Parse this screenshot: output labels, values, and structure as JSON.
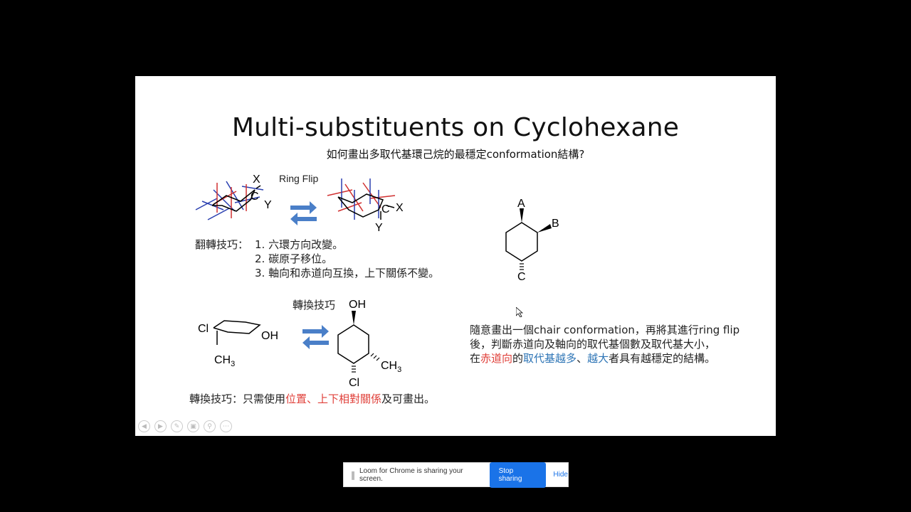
{
  "slide": {
    "title": "Multi-substituents on Cyclohexane",
    "subtitle": "如何畫出多取代基環己烷的最穩定conformation結構?",
    "ring_flip_label": "Ring Flip",
    "flip_tips": {
      "lead": "翻轉技巧：",
      "steps": [
        "1. 六環方向改變。",
        "2. 碳原子移位。",
        "3. 軸向和赤道向互換，上下關係不變。"
      ]
    },
    "convert_label": "轉換技巧",
    "convert_tip": {
      "lead": "轉換技巧：只需使用",
      "red": "位置、上下相對關係",
      "tail": "及可畫出。"
    },
    "method": {
      "line1": "隨意畫出一個chair conformation，再將其進行ring flip",
      "line2": "後，判斷赤道向及軸向的取代基個數及取代基大小，",
      "line3_a": "在",
      "line3_red": "赤道向",
      "line3_b": "的",
      "line3_blue1": "取代基越多",
      "line3_c": "、",
      "line3_blue2": "越大",
      "line3_d": "者具有越穩定的結構。"
    },
    "atoms": {
      "x": "X",
      "y": "Y",
      "c": "C",
      "a": "A",
      "b": "B",
      "c2": "C",
      "cl": "Cl",
      "oh": "OH",
      "ch3": "CH3",
      "ch3_sub": "3",
      "ch": "CH"
    },
    "colors": {
      "red": "#e0403a",
      "blue": "#2e75b6",
      "arrow": "#4a7fc8"
    }
  },
  "controls": [
    "previous-icon",
    "next-icon",
    "pen-icon",
    "slides-icon",
    "zoom-icon",
    "more-icon"
  ],
  "loom": {
    "message": "Loom for Chrome is sharing your screen.",
    "stop_label": "Stop sharing",
    "hide_label": "Hide"
  }
}
